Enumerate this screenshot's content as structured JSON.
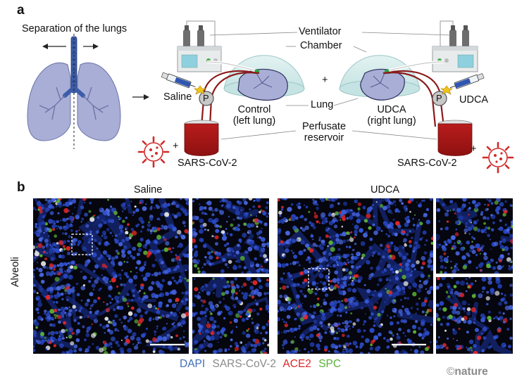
{
  "panel_a": {
    "letter": "a",
    "lung_separation_label": "Separation of the lungs",
    "ventilator_label": "Ventilator",
    "chamber_label": "Chamber",
    "lung_label": "Lung",
    "plus_center": "+",
    "left_treatment": "Saline",
    "right_treatment": "UDCA",
    "pump_label": "P",
    "control_line1": "Control",
    "control_line2": "(left lung)",
    "udca_line1": "UDCA",
    "udca_line2": "(right lung)",
    "reservoir_line1": "Perfusate",
    "reservoir_line2": "reservoir",
    "virus_left": "SARS-CoV-2",
    "virus_right": "SARS-CoV-2",
    "plus_left": "+",
    "plus_right": "+"
  },
  "panel_b": {
    "letter": "b",
    "col_left": "Saline",
    "col_right": "UDCA",
    "row_label": "Alveoli"
  },
  "legend": {
    "dapi": "DAPI",
    "sars": "SARS-CoV-2",
    "ace2": "ACE2",
    "spc": "SPC"
  },
  "colors": {
    "dapi": "#3f6fb8",
    "sars": "#8a8a8a",
    "ace2": "#e0262a",
    "spc": "#5aae35",
    "lung_fill": "#a9aed6",
    "lung_edge": "#6d74a8",
    "blood": "#a31515",
    "dome": "#d4ecec"
  },
  "credit": {
    "prefix": "©",
    "brand": "nature"
  }
}
